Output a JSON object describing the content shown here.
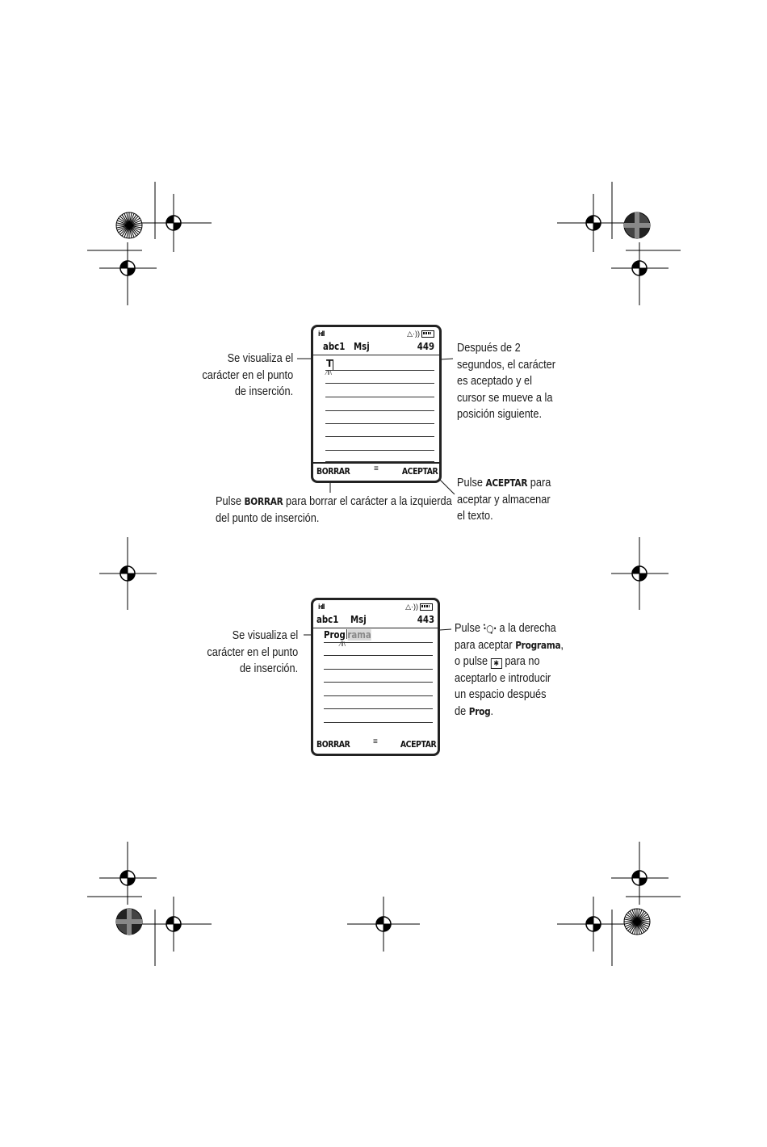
{
  "screens": [
    {
      "signal": "i∙ıll",
      "ring_icon": "△·))",
      "mode": "abc1",
      "title": "Msj",
      "count": "449",
      "entry_text": "T",
      "left_softkey": "BORRAR",
      "right_softkey": "ACEPTAR",
      "menu_icon": "≡"
    },
    {
      "signal": "i∙ıll",
      "ring_icon": "△·))",
      "mode": "abc1",
      "title": "Msj",
      "count": "443",
      "entry_typed": "Prog",
      "entry_suggestion": "rama",
      "left_softkey": "BORRAR",
      "right_softkey": "ACEPTAR",
      "menu_icon": "≡"
    }
  ],
  "callouts": {
    "c1_left": [
      "Se visualiza el",
      "carácter en el punto",
      "de inserción."
    ],
    "c1_right": [
      "Después de 2",
      "segundos, el carácter",
      "es aceptado y el",
      "cursor se mueve a la",
      "posición siguiente."
    ],
    "c1_bottom": {
      "pre": "Pulse ",
      "key": "BORRAR",
      "post": " para borrar el carácter a la izquierda",
      "line2": "del punto de inserción."
    },
    "c1_accept": {
      "pre": "Pulse ",
      "key": "ACEPTAR",
      "post": " para",
      "line2": "aceptar y almacenar",
      "line3": "el texto."
    },
    "c2_left": [
      "Se visualiza el",
      "carácter en el punto",
      "de inserción."
    ],
    "c2_right": {
      "l1_pre": "Pulse ",
      "nav_icon": "·̇○̣·",
      "l1_post": " a la derecha",
      "l2_pre": "para aceptar ",
      "l2_key": "Programa",
      "l2_post": ",",
      "l3_pre": "o pulse ",
      "star_key": "✱",
      "l3_post": " para no",
      "l4": "aceptarlo e introducir",
      "l5": "un espacio después",
      "l6_pre": "de ",
      "l6_key": "Prog",
      "l6_post": "."
    }
  }
}
